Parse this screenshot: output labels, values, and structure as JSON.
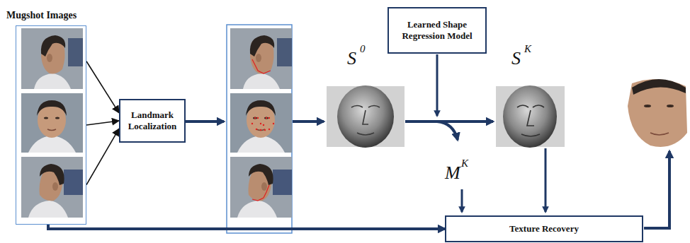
{
  "diagram": {
    "nodes": [
      {
        "text": [
          "Mugshot Images"
        ]
      },
      {
        "text": [
          "Landmark Localization"
        ]
      },
      {
        "text": [
          "Learned Shape Regression Model"
        ]
      },
      {
        "text": [
          "Texture Recovery"
        ]
      }
    ],
    "edges": [
      {
        "from": 0,
        "to": 1,
        "arrow": "to"
      },
      {
        "from": 0,
        "to": 1,
        "arrow": "to"
      },
      {
        "from": 0,
        "to": 1,
        "arrow": "to"
      },
      {
        "from": 0,
        "to": 3,
        "arrow": "to"
      }
    ],
    "labels": [
      "S",
      "0",
      "S",
      "K",
      "M",
      "K"
    ]
  }
}
